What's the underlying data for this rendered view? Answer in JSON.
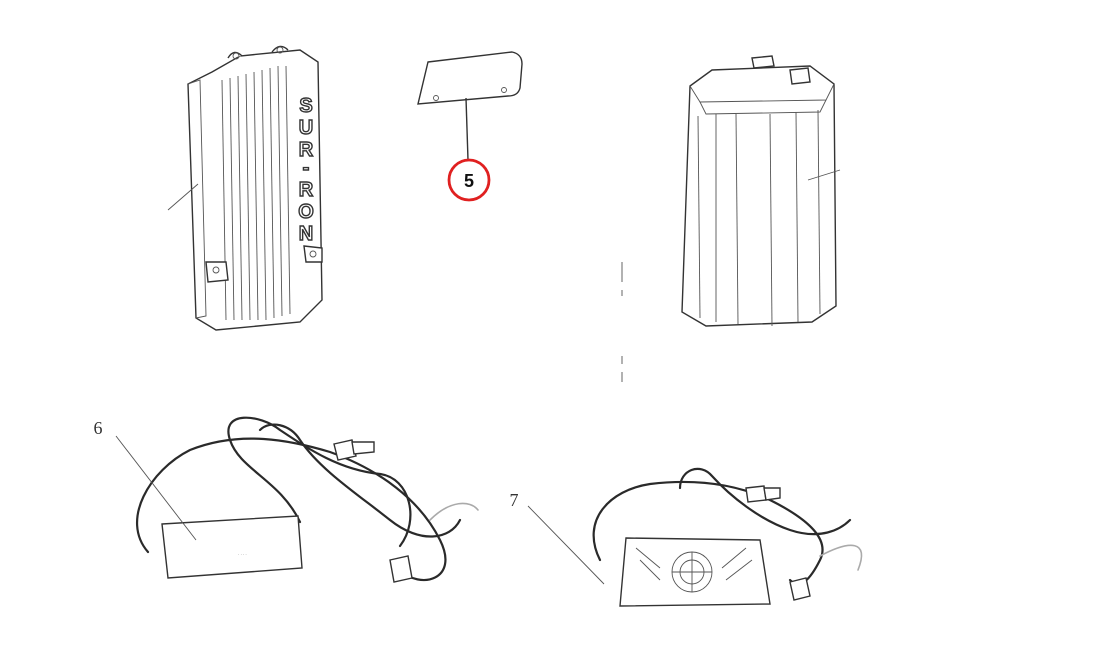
{
  "diagram": {
    "controller": {
      "logo_letters": [
        "S",
        "U",
        "R",
        "-",
        "R",
        "O",
        "N"
      ]
    },
    "callouts": [
      {
        "id": "5",
        "label": "5",
        "highlighted": true,
        "highlight_color": "#e02020"
      },
      {
        "id": "6",
        "label": "6",
        "highlighted": false
      },
      {
        "id": "7",
        "label": "7",
        "highlighted": false
      }
    ]
  }
}
